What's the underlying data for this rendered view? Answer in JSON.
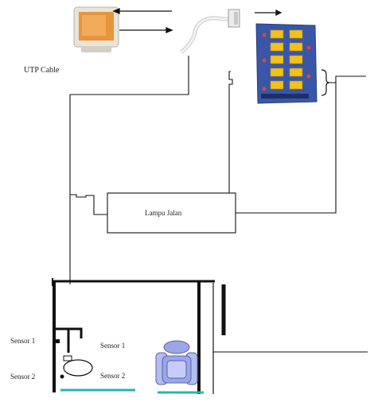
{
  "labels": {
    "utp_cable": "UTP Cable",
    "lamp_box": "Lampu Jalan",
    "sensor_1_left": "Sensor 1",
    "sensor_2_left": "Sensor 2",
    "sensor_1_inner": "Sensor 1",
    "sensor_2_inner": "Sensor 2"
  },
  "icons": {
    "computer": "monitor-icon",
    "cable_connector": "cable-connector-icon",
    "circuit_board": "circuit-board-icon",
    "toilet": "toilet-icon",
    "chair": "chair-icon"
  },
  "colors": {
    "line": "#111111",
    "floor_strip": "#2ab3b3",
    "monitor_screen": "#e8943a",
    "board": "#3a56a8",
    "relay": "#f2c21a",
    "chair": "#9aa6e8"
  }
}
